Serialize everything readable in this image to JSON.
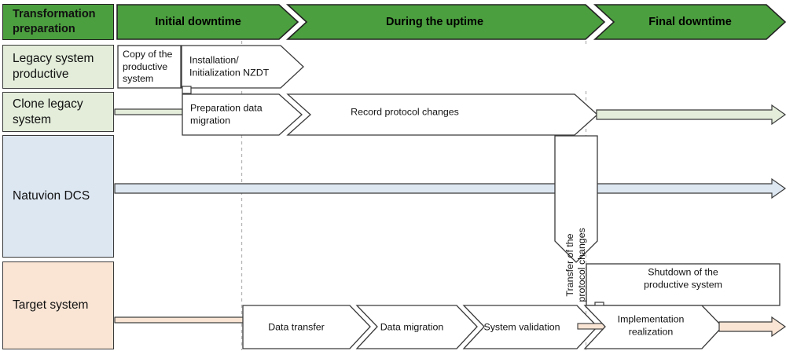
{
  "diagram": {
    "title_row": {
      "label": "Transformation preparation",
      "phases": [
        {
          "name": "phase-initial-downtime",
          "label": "Initial downtime"
        },
        {
          "name": "phase-during-the-uptime",
          "label": "During the uptime"
        },
        {
          "name": "phase-final-downtime",
          "label": "Final downtime"
        }
      ]
    },
    "rows": [
      {
        "name": "row-legacy-system-productive",
        "label": "Legacy system productive",
        "color": "#e3edda"
      },
      {
        "name": "row-clone-legacy-system",
        "label": "Clone legacy system",
        "color": "#e3edda"
      },
      {
        "name": "row-natuvion-dcs",
        "label": "Natuvion DCS",
        "color": "#dde7f2"
      },
      {
        "name": "row-target-system",
        "label": "Target system",
        "color": "#fae5d5"
      }
    ],
    "tasks": [
      {
        "name": "task-copy-of-the-productive-system",
        "label": "Copy of the\nproductive\nsystem",
        "row": "legacy-system-productive"
      },
      {
        "name": "task-installation-initialization-nzdt",
        "label": "Installation/\nInitialization NZDT",
        "row": "legacy-system-productive"
      },
      {
        "name": "task-preparation-data-migration",
        "label": "Preparation data\nmigration",
        "row": "clone-legacy-system"
      },
      {
        "name": "task-record-protocol-changes",
        "label": "Record protocol changes",
        "row": "clone-legacy-system"
      },
      {
        "name": "task-transfer-of-the-protocol-changes",
        "label": "Transfer of the\nprotocol changes",
        "row": "natuvion-dcs"
      },
      {
        "name": "task-shutdown-of-the-productive-system",
        "label": "Shutdown of the productive system",
        "row": "target-system"
      },
      {
        "name": "task-data-transfer",
        "label": "Data transfer",
        "row": "target-system"
      },
      {
        "name": "task-data-migration",
        "label": "Data migration",
        "row": "target-system"
      },
      {
        "name": "task-system-validation",
        "label": "System validation",
        "row": "target-system"
      },
      {
        "name": "task-implementation-realization",
        "label": "Implementation\nrealization",
        "row": "target-system"
      }
    ],
    "colors": {
      "phase_green": "#4c9f3f",
      "legacy_green": "#e3edda",
      "dcs_blue": "#dde7f2",
      "target_peach": "#fae5d5",
      "outline": "#3a3a3a",
      "divider_dashed": "#b5b5b5"
    }
  }
}
